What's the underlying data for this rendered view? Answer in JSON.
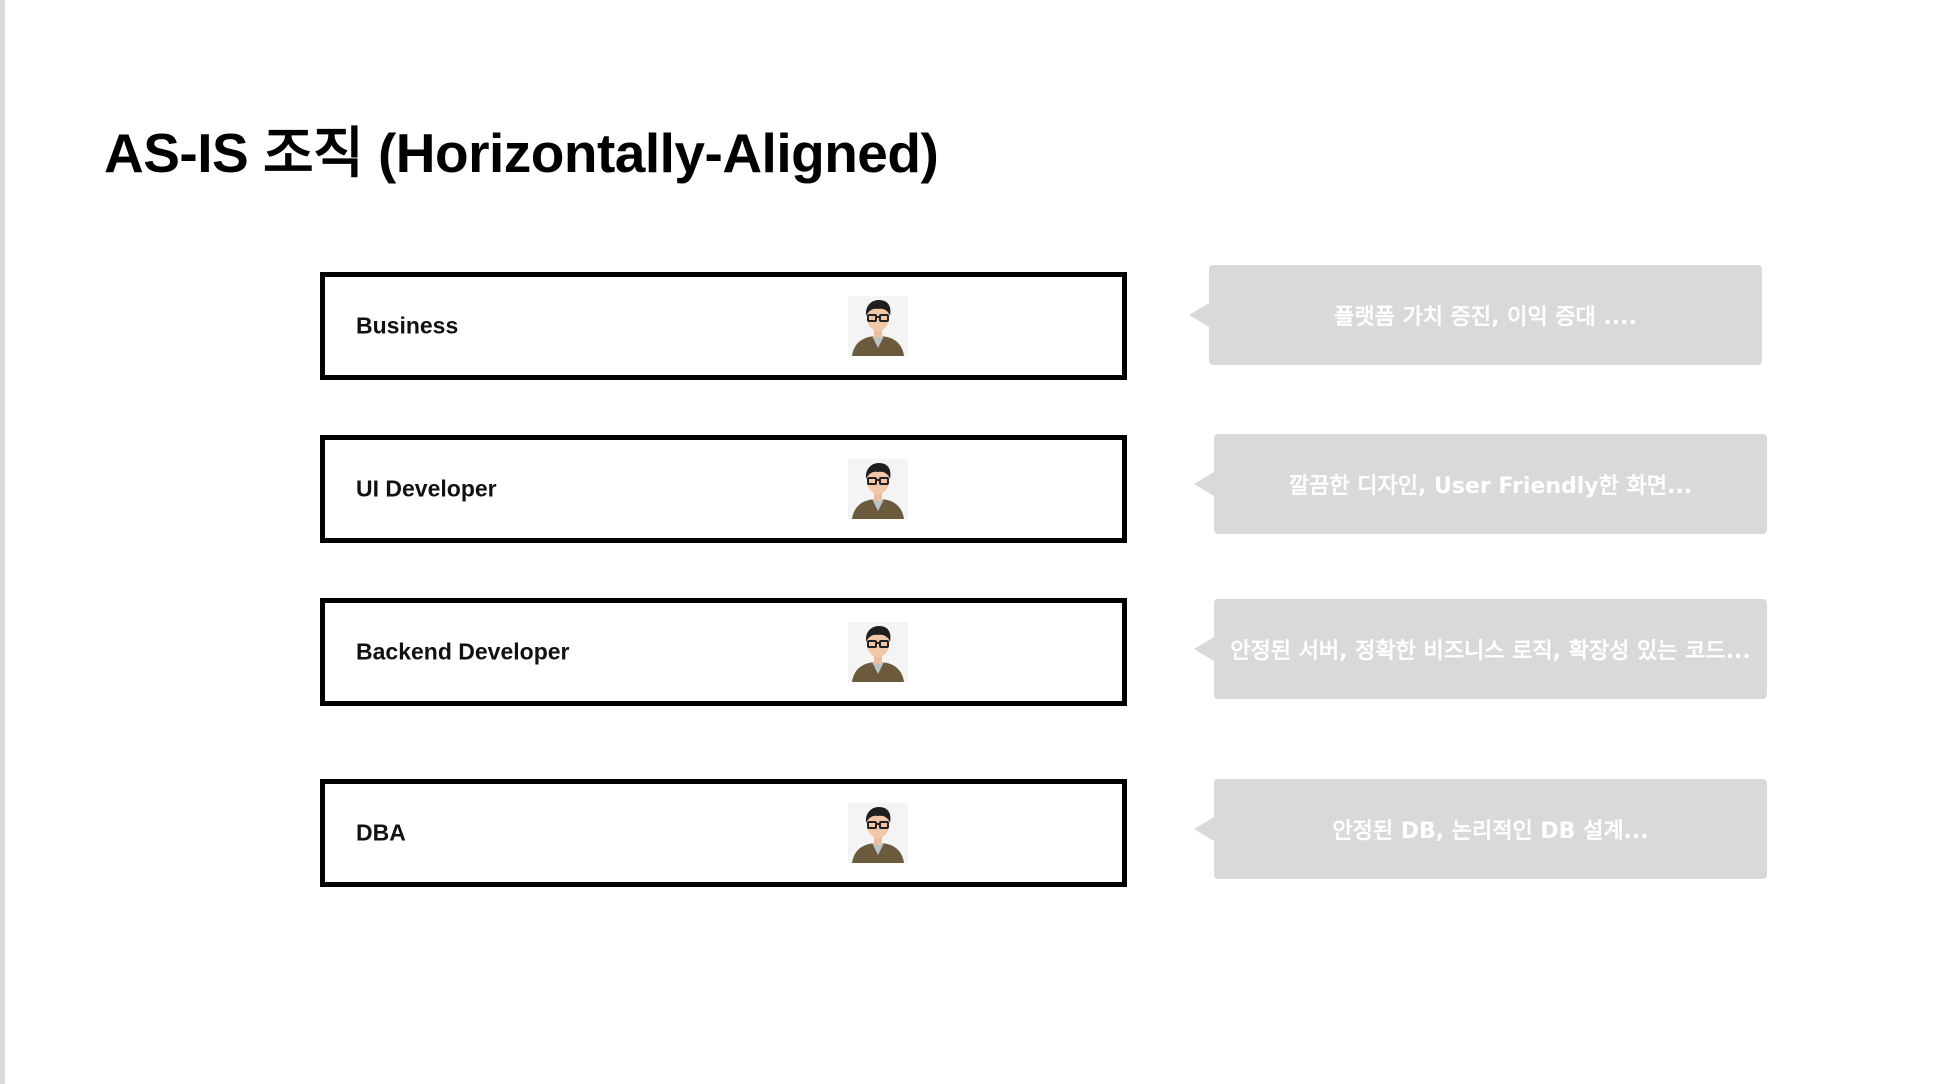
{
  "title": "AS-IS 조직 (Horizontally-Aligned)",
  "roles": [
    {
      "label": "Business",
      "comment": "플랫폼 가치 증진, 이익 증대 ...."
    },
    {
      "label": "UI Developer",
      "comment": "깔끔한 디자인, User Friendly한 화면..."
    },
    {
      "label": "Backend Developer",
      "comment": "안정된 서버, 정확한 비즈니스 로직, 확장성 있는 코드..."
    },
    {
      "label": "DBA",
      "comment": "안정된 DB, 논리적인 DB 설계..."
    }
  ],
  "colors": {
    "bubble_background": "#d9d9d9",
    "bubble_text": "#ffffff",
    "box_border": "#000000"
  },
  "icons": {
    "avatar": "person-avatar-icon"
  }
}
